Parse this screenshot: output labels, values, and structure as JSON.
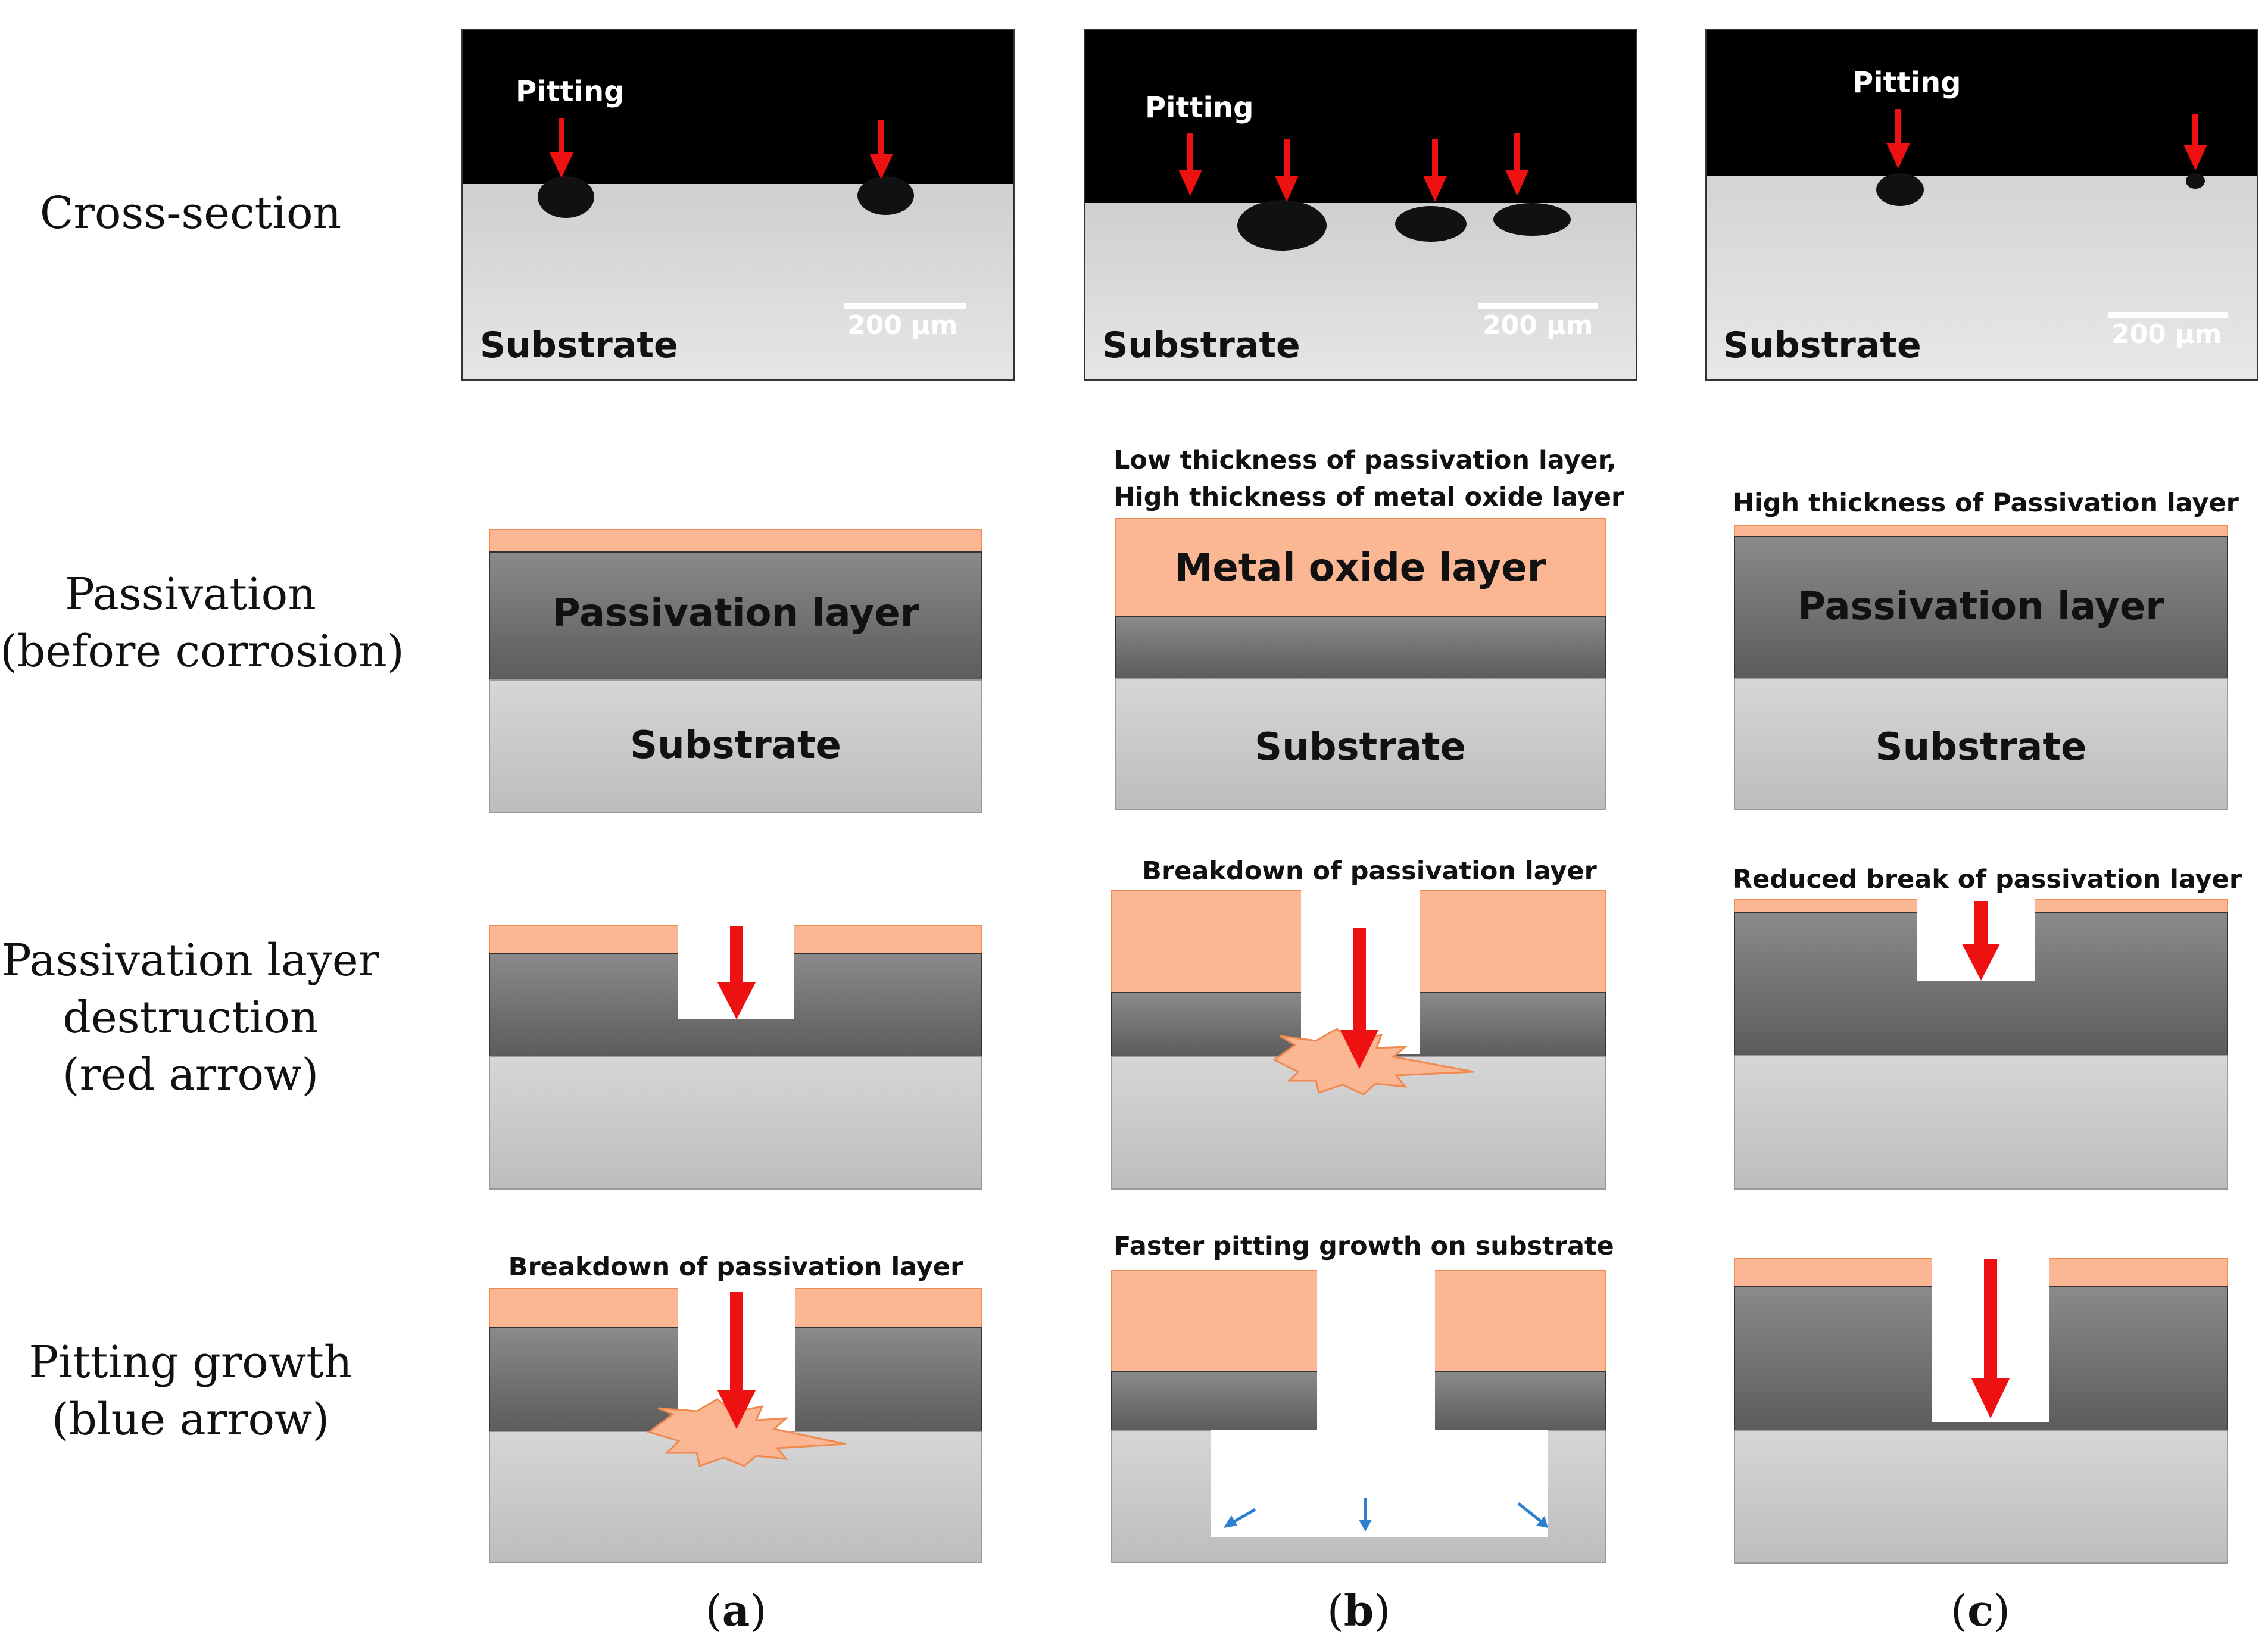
{
  "row_labels": {
    "cross_section": "Cross-section",
    "passivation": [
      "Passivation",
      "(before corrosion)"
    ],
    "destruction": [
      "Passivation layer",
      "destruction",
      "(red arrow)"
    ],
    "pitting_growth": [
      "Pitting growth",
      "(blue arrow)"
    ]
  },
  "micrographs": {
    "substrate_label": "Substrate",
    "pitting_label": "Pitting",
    "scale_label": "200 µm"
  },
  "layers": {
    "passivation_layer": "Passivation layer",
    "substrate": "Substrate",
    "metal_oxide_layer": "Metal oxide layer"
  },
  "captions": {
    "b_passivation_line1": "Low thickness of passivation layer,",
    "b_passivation_line2": "High thickness of metal oxide layer",
    "c_passivation": "High thickness of Passivation layer",
    "b_destruction": "Breakdown of passivation layer",
    "c_destruction": "Reduced break of passivation layer",
    "a_growth": "Breakdown of passivation layer",
    "b_growth": "Faster pitting growth on substrate"
  },
  "panel_letters": [
    "a",
    "b",
    "c"
  ],
  "colors": {
    "oxide": "#fbb794",
    "passivation": "#6e6e6e",
    "substrate": "#c9c9c9",
    "red_arrow": "#ee1111",
    "blue_arrow": "#2f7fd0"
  }
}
